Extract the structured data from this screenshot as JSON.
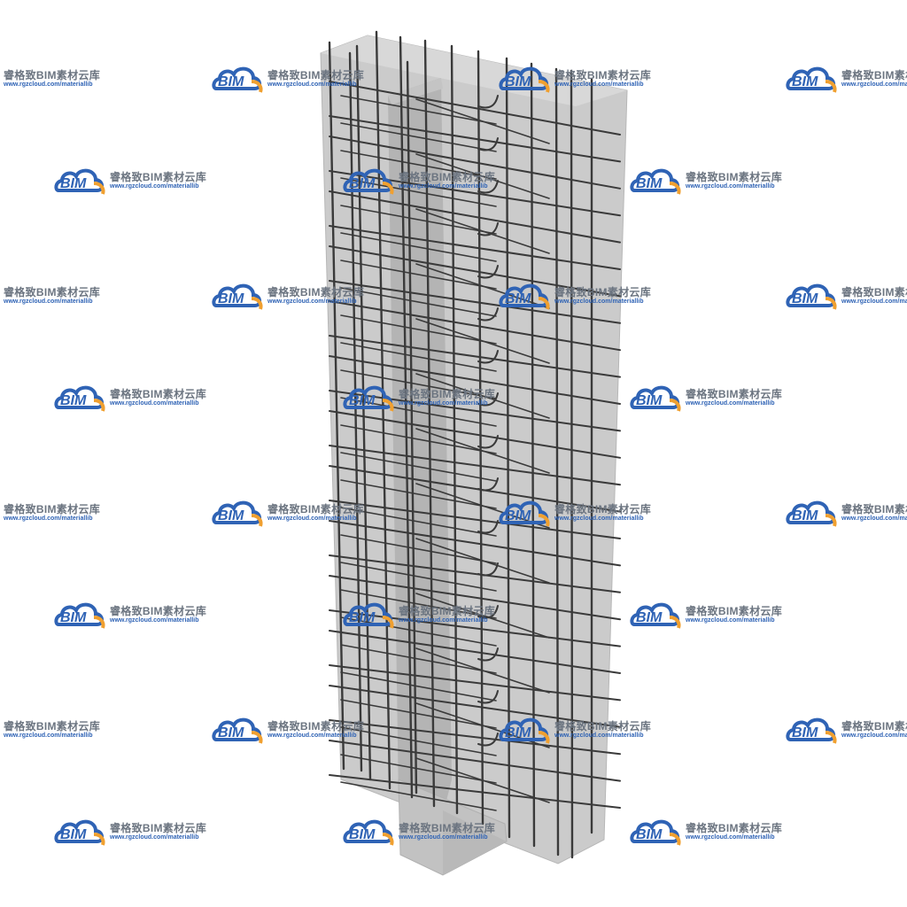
{
  "watermark": {
    "brand": "BIM",
    "title_cn": "睿格致BIM素材云库",
    "url": "www.rgzcloud.com/materiallib",
    "colors": {
      "blue": "#2f63b5",
      "orange": "#f0a030",
      "gray": "#6b7480"
    }
  },
  "model": {
    "subject": "reinforced-concrete-t-shaped-wall-column",
    "colors": {
      "concrete": "#c8c8c8",
      "concrete_dark": "#a9a9a9",
      "rebar": "#3a3a3a"
    }
  }
}
